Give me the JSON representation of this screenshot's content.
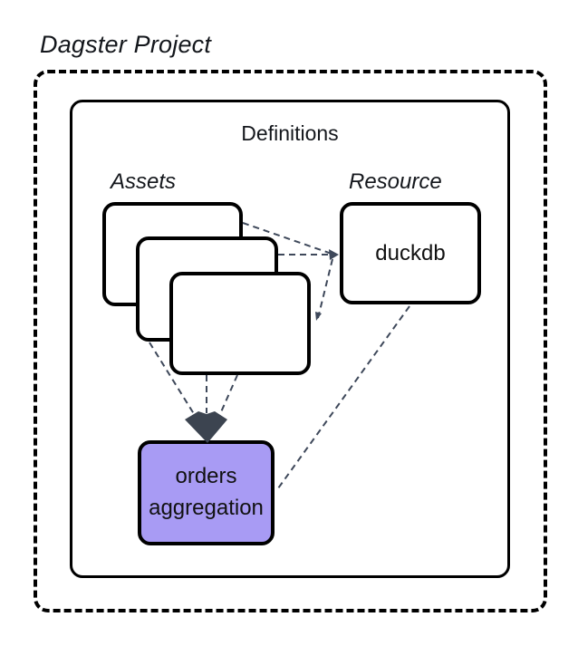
{
  "title": "Dagster Project",
  "definitions": {
    "label": "Definitions"
  },
  "assets": {
    "label": "Assets",
    "count": 3
  },
  "resource": {
    "label": "Resource",
    "node_label": "duckdb"
  },
  "orders_node": {
    "label": "orders aggregation"
  },
  "colors": {
    "connector": "#3e485a",
    "arrowhead": "#3c4450",
    "node-fill": "#ffffff",
    "orders-fill": "#a89bf4",
    "border": "#000000",
    "background": "#ffffff"
  }
}
